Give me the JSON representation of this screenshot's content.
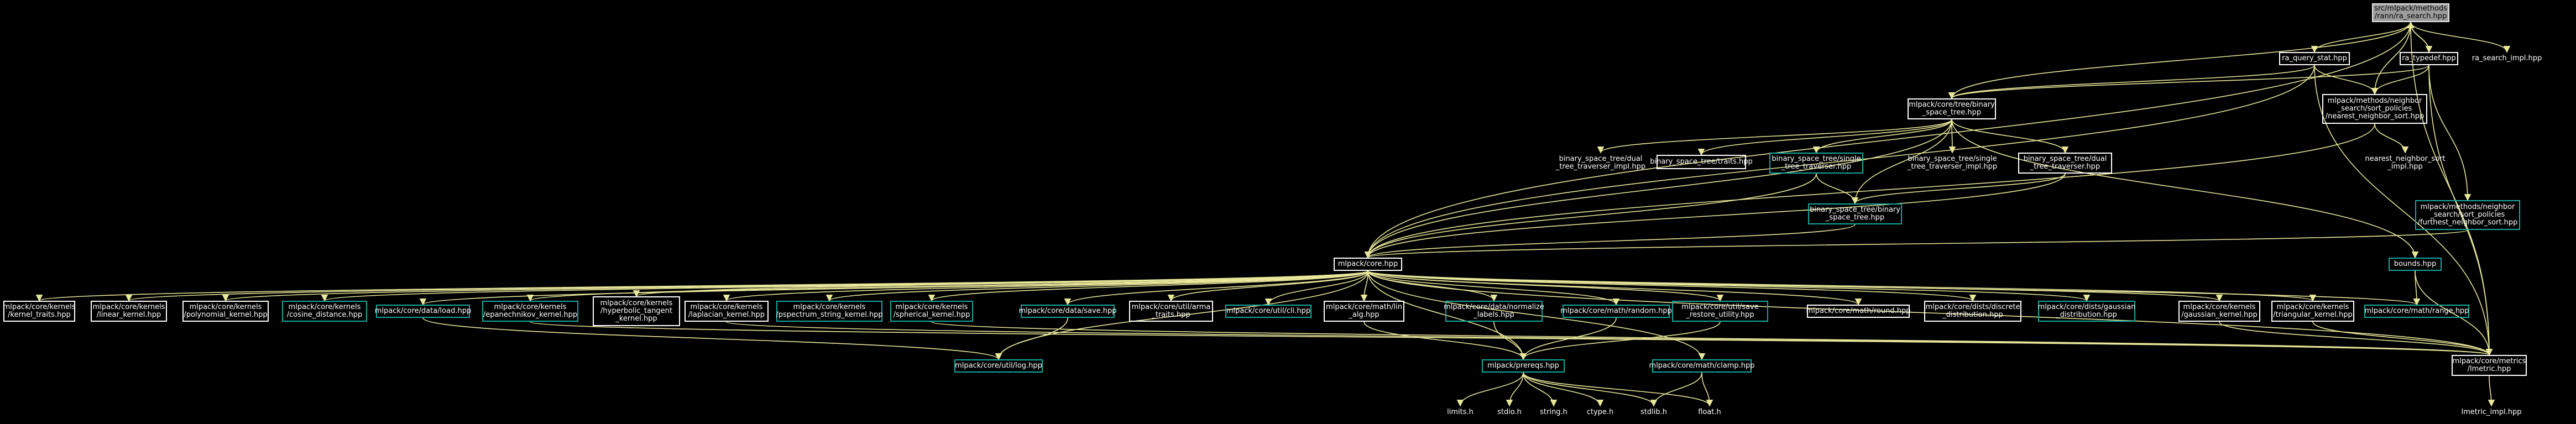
{
  "nodes": [
    {
      "id": "root",
      "label": "src/mlpack/methods\n/rann/ra_search.hpp",
      "style": "root"
    },
    {
      "id": "ra_query_stat",
      "label": "ra_query_stat.hpp",
      "style": "white"
    },
    {
      "id": "ra_typedef",
      "label": "ra_typedef.hpp",
      "style": "white"
    },
    {
      "id": "ra_search_impl",
      "label": "ra_search_impl.hpp",
      "style": "plain"
    },
    {
      "id": "binary_space_tree",
      "label": "mlpack/core/tree/binary\n_space_tree.hpp",
      "style": "white"
    },
    {
      "id": "nearest_neighbor_sort",
      "label": "mlpack/methods/neighbor\n_search/sort_policies\n/nearest_neighbor_sort.hpp",
      "style": "white"
    },
    {
      "id": "bst_dual_impl",
      "label": "binary_space_tree/dual\n_tree_traverser_impl.hpp",
      "style": "plain"
    },
    {
      "id": "bst_traits",
      "label": "binary_space_tree/traits.hpp",
      "style": "white"
    },
    {
      "id": "bst_single",
      "label": "binary_space_tree/single\n_tree_traverser.hpp",
      "style": "teal"
    },
    {
      "id": "bst_single_impl",
      "label": "binary_space_tree/single\n_tree_traverser_impl.hpp",
      "style": "plain"
    },
    {
      "id": "bst_dual",
      "label": "binary_space_tree/dual\n_tree_traverser.hpp",
      "style": "white"
    },
    {
      "id": "nns_impl",
      "label": "nearest_neighbor_sort\n_impl.hpp",
      "style": "plain"
    },
    {
      "id": "bst_binary",
      "label": "binary_space_tree/binary\n_space_tree.hpp",
      "style": "teal"
    },
    {
      "id": "furthest",
      "label": "mlpack/methods/neighbor\n_search/sort_policies\n/furthest_neighbor_sort.hpp",
      "style": "teal"
    },
    {
      "id": "core",
      "label": "mlpack/core.hpp",
      "style": "white"
    },
    {
      "id": "bounds",
      "label": "bounds.hpp",
      "style": "teal"
    },
    {
      "id": "kernel_traits",
      "label": "mlpack/core/kernels\n/kernel_traits.hpp",
      "style": "white"
    },
    {
      "id": "linear_kernel",
      "label": "mlpack/core/kernels\n/linear_kernel.hpp",
      "style": "white"
    },
    {
      "id": "polynomial_kernel",
      "label": "mlpack/core/kernels\n/polynomial_kernel.hpp",
      "style": "white"
    },
    {
      "id": "cosine_distance",
      "label": "mlpack/core/kernels\n/cosine_distance.hpp",
      "style": "teal"
    },
    {
      "id": "data_load",
      "label": "mlpack/core/data/load.hpp",
      "style": "teal"
    },
    {
      "id": "epanechnikov",
      "label": "mlpack/core/kernels\n/epanechnikov_kernel.hpp",
      "style": "teal"
    },
    {
      "id": "hyperbolic",
      "label": "mlpack/core/kernels\n/hyperbolic_tangent\n_kernel.hpp",
      "style": "white"
    },
    {
      "id": "laplacian",
      "label": "mlpack/core/kernels\n/laplacian_kernel.hpp",
      "style": "white"
    },
    {
      "id": "pspectrum",
      "label": "mlpack/core/kernels\n/pspectrum_string_kernel.hpp",
      "style": "teal"
    },
    {
      "id": "spherical",
      "label": "mlpack/core/kernels\n/spherical_kernel.hpp",
      "style": "teal"
    },
    {
      "id": "data_save",
      "label": "mlpack/core/data/save.hpp",
      "style": "teal"
    },
    {
      "id": "arma_traits",
      "label": "mlpack/core/util/arma\n_traits.hpp",
      "style": "white"
    },
    {
      "id": "cli",
      "label": "mlpack/core/util/cli.hpp",
      "style": "teal"
    },
    {
      "id": "lin_alg",
      "label": "mlpack/core/math/lin\n_alg.hpp",
      "style": "white"
    },
    {
      "id": "normalize_labels",
      "label": "mlpack/core/data/normalize\n_labels.hpp",
      "style": "teal"
    },
    {
      "id": "random",
      "label": "mlpack/core/math/random.hpp",
      "style": "teal"
    },
    {
      "id": "save_restore",
      "label": "mlpack/core/util/save\n_restore_utility.hpp",
      "style": "teal"
    },
    {
      "id": "round",
      "label": "mlpack/core/math/round.hpp",
      "style": "white"
    },
    {
      "id": "discrete_dist",
      "label": "mlpack/core/dists/discrete\n_distribution.hpp",
      "style": "white"
    },
    {
      "id": "gaussian_dist",
      "label": "mlpack/core/dists/gaussian\n_distribution.hpp",
      "style": "teal"
    },
    {
      "id": "gaussian_kernel",
      "label": "mlpack/core/kernels\n/gaussian_kernel.hpp",
      "style": "white"
    },
    {
      "id": "triangular_kernel",
      "label": "mlpack/core/kernels\n/triangular_kernel.hpp",
      "style": "white"
    },
    {
      "id": "range",
      "label": "mlpack/core/math/range.hpp",
      "style": "teal"
    },
    {
      "id": "log",
      "label": "mlpack/core/util/log.hpp",
      "style": "teal"
    },
    {
      "id": "prereqs",
      "label": "mlpack/prereqs.hpp",
      "style": "teal"
    },
    {
      "id": "clamp",
      "label": "mlpack/core/math/clamp.hpp",
      "style": "teal"
    },
    {
      "id": "lmetric",
      "label": "mlpack/core/metrics\n/lmetric.hpp",
      "style": "white"
    },
    {
      "id": "limits",
      "label": "limits.h",
      "style": "plain"
    },
    {
      "id": "stdio",
      "label": "stdio.h",
      "style": "plain"
    },
    {
      "id": "string",
      "label": "string.h",
      "style": "plain"
    },
    {
      "id": "ctype",
      "label": "ctype.h",
      "style": "plain"
    },
    {
      "id": "stdlib",
      "label": "stdlib.h",
      "style": "plain"
    },
    {
      "id": "float",
      "label": "float.h",
      "style": "plain"
    },
    {
      "id": "lmetric_impl",
      "label": "lmetric_impl.hpp",
      "style": "plain"
    }
  ],
  "edges": [
    [
      "root",
      "ra_query_stat"
    ],
    [
      "root",
      "ra_typedef"
    ],
    [
      "root",
      "ra_search_impl"
    ],
    [
      "root",
      "core"
    ],
    [
      "root",
      "binary_space_tree"
    ],
    [
      "root",
      "nearest_neighbor_sort"
    ],
    [
      "root",
      "lmetric"
    ],
    [
      "ra_query_stat",
      "binary_space_tree"
    ],
    [
      "ra_query_stat",
      "nearest_neighbor_sort"
    ],
    [
      "ra_query_stat",
      "core"
    ],
    [
      "ra_query_stat",
      "lmetric"
    ],
    [
      "ra_typedef",
      "root"
    ],
    [
      "ra_typedef",
      "nearest_neighbor_sort"
    ],
    [
      "ra_typedef",
      "furthest"
    ],
    [
      "ra_typedef",
      "lmetric"
    ],
    [
      "ra_typedef",
      "binary_space_tree"
    ],
    [
      "binary_space_tree",
      "bst_dual_impl"
    ],
    [
      "binary_space_tree",
      "bst_traits"
    ],
    [
      "binary_space_tree",
      "bst_single"
    ],
    [
      "binary_space_tree",
      "bst_single_impl"
    ],
    [
      "binary_space_tree",
      "bst_dual"
    ],
    [
      "binary_space_tree",
      "bst_binary"
    ],
    [
      "binary_space_tree",
      "core"
    ],
    [
      "binary_space_tree",
      "bounds"
    ],
    [
      "nearest_neighbor_sort",
      "nns_impl"
    ],
    [
      "nearest_neighbor_sort",
      "core"
    ],
    [
      "bst_single",
      "bst_binary"
    ],
    [
      "bst_single",
      "core"
    ],
    [
      "bst_dual",
      "bst_binary"
    ],
    [
      "bst_dual",
      "core"
    ],
    [
      "bst_binary",
      "core"
    ],
    [
      "furthest",
      "core"
    ],
    [
      "bounds",
      "range"
    ],
    [
      "bounds",
      "lmetric"
    ],
    [
      "core",
      "kernel_traits"
    ],
    [
      "core",
      "linear_kernel"
    ],
    [
      "core",
      "polynomial_kernel"
    ],
    [
      "core",
      "cosine_distance"
    ],
    [
      "core",
      "data_load"
    ],
    [
      "core",
      "epanechnikov"
    ],
    [
      "core",
      "hyperbolic"
    ],
    [
      "core",
      "laplacian"
    ],
    [
      "core",
      "pspectrum"
    ],
    [
      "core",
      "spherical"
    ],
    [
      "core",
      "data_save"
    ],
    [
      "core",
      "arma_traits"
    ],
    [
      "core",
      "cli"
    ],
    [
      "core",
      "lin_alg"
    ],
    [
      "core",
      "normalize_labels"
    ],
    [
      "core",
      "random"
    ],
    [
      "core",
      "save_restore"
    ],
    [
      "core",
      "round"
    ],
    [
      "core",
      "discrete_dist"
    ],
    [
      "core",
      "gaussian_dist"
    ],
    [
      "core",
      "gaussian_kernel"
    ],
    [
      "core",
      "triangular_kernel"
    ],
    [
      "core",
      "range"
    ],
    [
      "core",
      "log"
    ],
    [
      "core",
      "prereqs"
    ],
    [
      "core",
      "clamp"
    ],
    [
      "core",
      "lmetric"
    ],
    [
      "data_load",
      "log"
    ],
    [
      "data_save",
      "log"
    ],
    [
      "lin_alg",
      "prereqs"
    ],
    [
      "random",
      "prereqs"
    ],
    [
      "normalize_labels",
      "prereqs"
    ],
    [
      "save_restore",
      "prereqs"
    ],
    [
      "clamp",
      "stdlib"
    ],
    [
      "clamp",
      "float"
    ],
    [
      "prereqs",
      "limits"
    ],
    [
      "prereqs",
      "stdio"
    ],
    [
      "prereqs",
      "string"
    ],
    [
      "prereqs",
      "ctype"
    ],
    [
      "prereqs",
      "stdlib"
    ],
    [
      "prereqs",
      "float"
    ],
    [
      "lmetric",
      "lmetric_impl"
    ],
    [
      "gaussian_kernel",
      "lmetric"
    ],
    [
      "triangular_kernel",
      "lmetric"
    ],
    [
      "epanechnikov",
      "lmetric"
    ],
    [
      "laplacian",
      "lmetric"
    ],
    [
      "spherical",
      "lmetric"
    ]
  ],
  "colors": {
    "edge": "#e8e79a",
    "border_white": "#ffffff",
    "border_teal": "#17a7a0",
    "root_fill": "#9c9c9c",
    "text": "#ffffff"
  }
}
